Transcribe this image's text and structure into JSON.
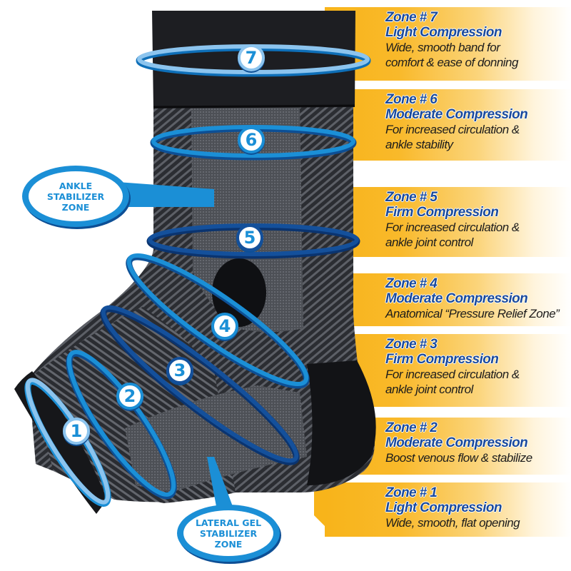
{
  "colors": {
    "banner_orange": "#f8b41a",
    "zone_title_blue": "#1a4a9c",
    "ring_light_blue": "#8cc4ee",
    "ring_blue": "#1b8fd6",
    "ring_dark_blue": "#14509b",
    "sock_black": "#1c1d21",
    "sock_gray": "#55575d"
  },
  "zones": [
    {
      "number": "7",
      "title": "Zone # 7",
      "level": "Light Compression",
      "desc_lines": [
        "Wide, smooth band for",
        "comfort & ease of donning"
      ]
    },
    {
      "number": "6",
      "title": "Zone # 6",
      "level": "Moderate Compression",
      "desc_lines": [
        "For increased circulation &",
        "ankle stability"
      ]
    },
    {
      "number": "5",
      "title": "Zone # 5",
      "level": "Firm Compression",
      "desc_lines": [
        "For increased circulation &",
        "ankle joint control"
      ]
    },
    {
      "number": "4",
      "title": "Zone # 4",
      "level": "Moderate Compression",
      "desc_lines": [
        "Anatomical “Pressure Relief Zone”"
      ]
    },
    {
      "number": "3",
      "title": "Zone # 3",
      "level": "Firm Compression",
      "desc_lines": [
        "For increased circulation &",
        "ankle joint control"
      ]
    },
    {
      "number": "2",
      "title": "Zone # 2",
      "level": "Moderate Compression",
      "desc_lines": [
        "Boost venous flow & stabilize"
      ]
    },
    {
      "number": "1",
      "title": "Zone # 1",
      "level": "Light Compression",
      "desc_lines": [
        "Wide, smooth, flat opening"
      ]
    }
  ],
  "callouts": {
    "ankle_stabilizer": {
      "lines": [
        "ANKLE",
        "STABILIZER",
        "ZONE"
      ]
    },
    "lateral_gel": {
      "lines": [
        "LATERAL GEL",
        "STABILIZER",
        "ZONE"
      ]
    }
  }
}
